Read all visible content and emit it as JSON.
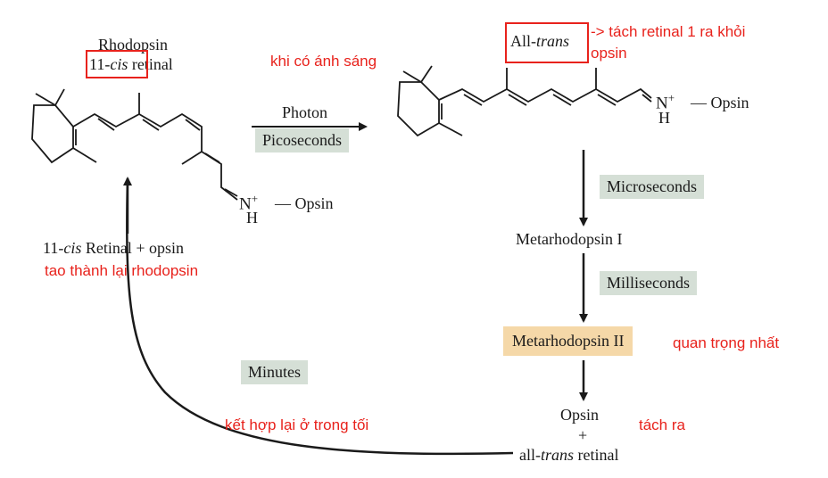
{
  "left_molecule": {
    "title": "Rhodopsin",
    "subtitle_prefix": "11-",
    "subtitle_italic": "cis",
    "subtitle_suffix": " retinal",
    "n_label": "N",
    "n_charge": "+",
    "dash_opsin": "— Opsin",
    "h_label": "H"
  },
  "right_molecule": {
    "title_prefix": "All-",
    "title_italic": "trans",
    "n_label": "N",
    "n_charge": "+",
    "dash_opsin": "— Opsin",
    "h_label": "H"
  },
  "arrow_main": {
    "top_label": "Photon",
    "bottom_label": "Picoseconds"
  },
  "steps": {
    "microseconds": "Microseconds",
    "metarhodopsin1": "Metarhodopsin I",
    "milliseconds": "Milliseconds",
    "metarhodopsin2": "Metarhodopsin II",
    "opsin": "Opsin",
    "plus": "+",
    "alltrans_prefix": "all-",
    "alltrans_italic": "trans",
    "alltrans_suffix": " retinal",
    "minutes": "Minutes",
    "regen_prefix": "11-",
    "regen_italic": "cis",
    "regen_suffix": " Retinal + opsin"
  },
  "annotations": {
    "light": "khi có ánh sáng",
    "detach_line1": "-> tách retinal 1 ra khỏi",
    "detach_line2": "opsin",
    "important": "quan trọng nhất",
    "separate": "tách ra",
    "dark": "kết hợp lại ở trong tối",
    "reform": "tao thành lại rhodopsin"
  },
  "colors": {
    "annotation": "#e8221c",
    "grey_box": "#d5dfd6",
    "tan_box": "#f5d8a8",
    "ink": "#1a1a1a"
  }
}
